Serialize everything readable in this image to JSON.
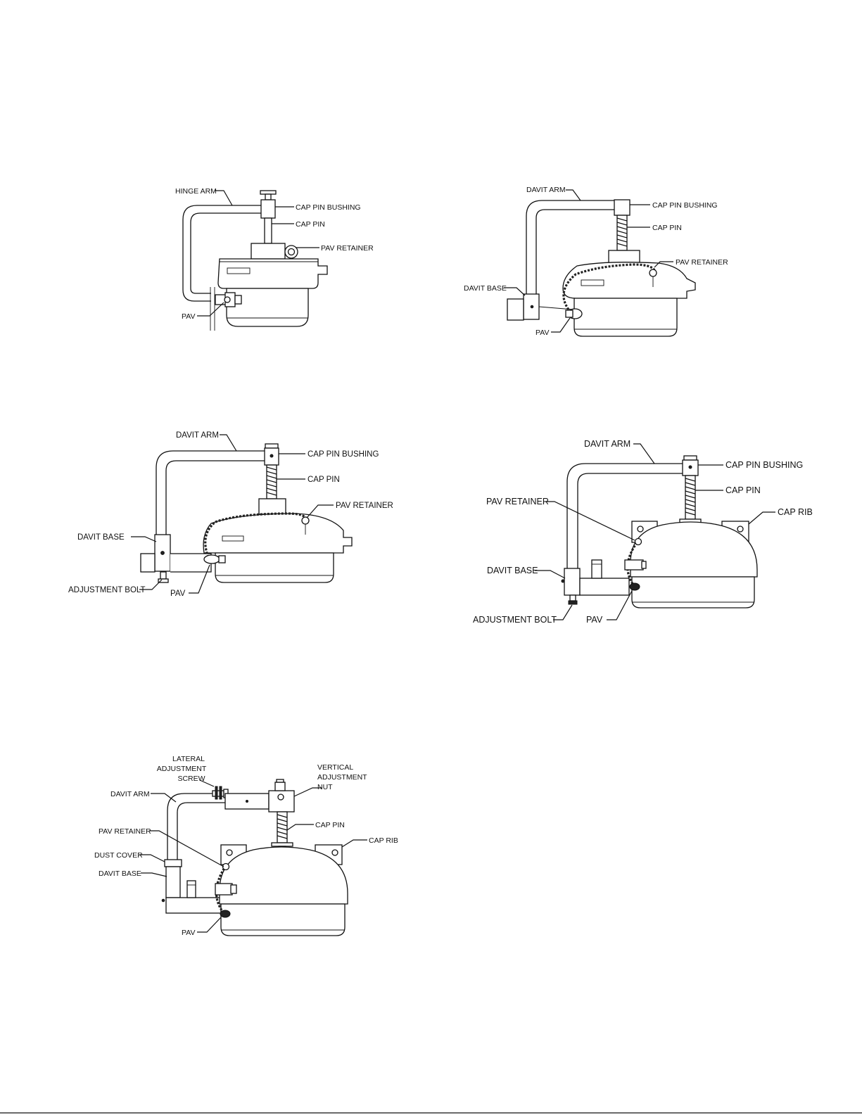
{
  "figures": [
    {
      "id": "fig1",
      "labels": {
        "hinge_arm": "HINGE ARM",
        "cap_pin_bushing": "CAP PIN BUSHING",
        "cap_pin": "CAP PIN",
        "pav_retainer": "PAV RETAINER",
        "pav": "PAV"
      }
    },
    {
      "id": "fig2",
      "labels": {
        "davit_arm": "DAVIT ARM",
        "cap_pin_bushing": "CAP PIN BUSHING",
        "cap_pin": "CAP PIN",
        "pav_retainer": "PAV RETAINER",
        "davit_base": "DAVIT BASE",
        "pav": "PAV"
      }
    },
    {
      "id": "fig3",
      "labels": {
        "davit_arm": "DAVIT ARM",
        "cap_pin_bushing": "CAP PIN BUSHING",
        "cap_pin": "CAP PIN",
        "pav_retainer": "PAV RETAINER",
        "davit_base": "DAVIT BASE",
        "adjustment_bolt": "ADJUSTMENT BOLT",
        "pav": "PAV"
      }
    },
    {
      "id": "fig4",
      "labels": {
        "davit_arm": "DAVIT ARM",
        "cap_pin_bushing": "CAP PIN BUSHING",
        "cap_pin": "CAP PIN",
        "pav_retainer": "PAV RETAINER",
        "cap_rib": "CAP RIB",
        "davit_base": "DAVIT BASE",
        "adjustment_bolt": "ADJUSTMENT BOLT",
        "pav": "PAV"
      }
    },
    {
      "id": "fig5",
      "labels": {
        "lateral_1": "LATERAL",
        "lateral_2": "ADJUSTMENT",
        "lateral_3": "SCREW",
        "vertical_1": "VERTICAL",
        "vertical_2": "ADJUSTMENT",
        "vertical_3": "NUT",
        "davit_arm": "DAVIT ARM",
        "cap_pin": "CAP PIN",
        "pav_retainer": "PAV RETAINER",
        "cap_rib": "CAP RIB",
        "dust_cover": "DUST COVER",
        "davit_base": "DAVIT BASE",
        "pav": "PAV"
      }
    }
  ]
}
